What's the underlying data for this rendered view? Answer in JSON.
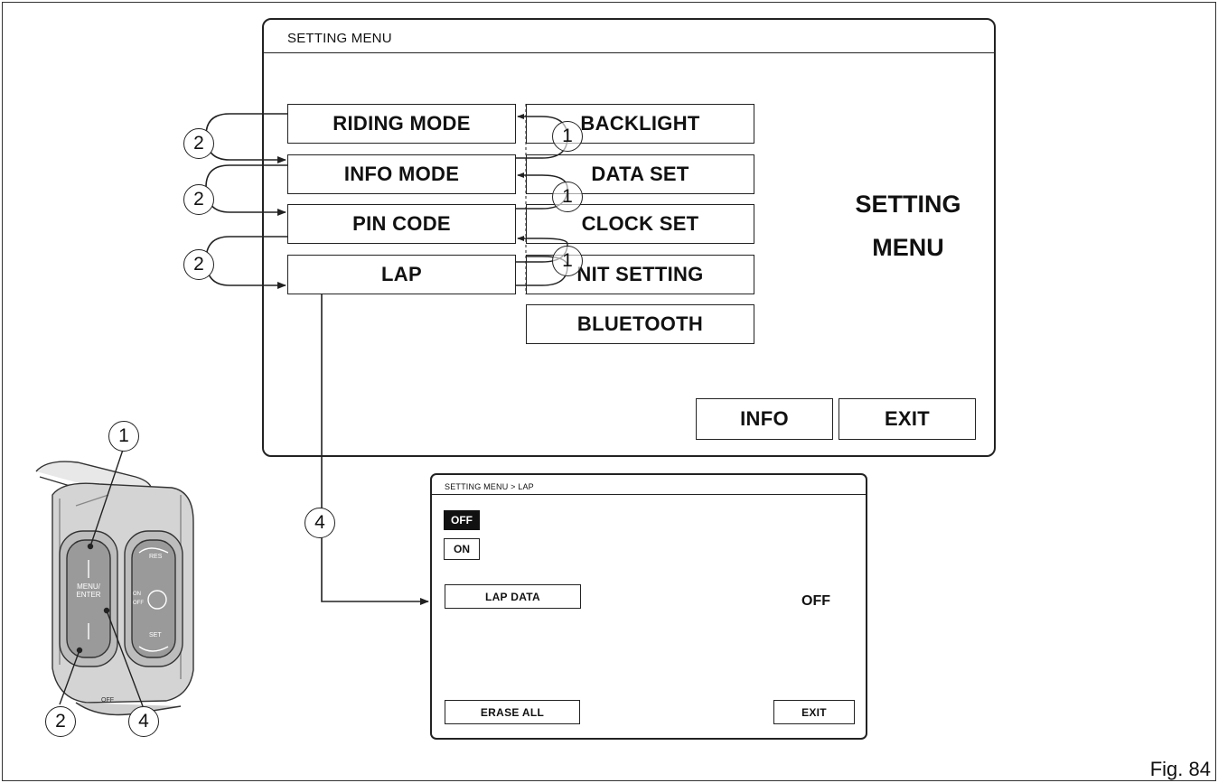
{
  "main_screen": {
    "title": "SETTING MENU",
    "left_items": [
      "RIDING MODE",
      "INFO MODE",
      "PIN CODE",
      "LAP"
    ],
    "right_items": [
      "BACKLIGHT",
      "DATA SET",
      "CLOCK SET",
      "NIT SETTING",
      "BLUETOOTH"
    ],
    "side_label_line1": "SETTING",
    "side_label_line2": "MENU",
    "info_button": "INFO",
    "exit_button": "EXIT"
  },
  "sub_screen": {
    "title": "SETTING MENU > LAP",
    "option_off": "OFF",
    "option_on": "ON",
    "lap_data_button": "LAP DATA",
    "value": "OFF",
    "erase_all_button": "ERASE ALL",
    "exit_button": "EXIT"
  },
  "callouts": {
    "up": "1",
    "down": "2",
    "enter": "4"
  },
  "control_labels": {
    "menu_enter_line1": "MENU/",
    "menu_enter_line2": "ENTER",
    "res": "RES",
    "set": "SET",
    "on": "ON",
    "off": "OFF",
    "off_bottom": "OFF"
  },
  "figure_label": "Fig. 84"
}
